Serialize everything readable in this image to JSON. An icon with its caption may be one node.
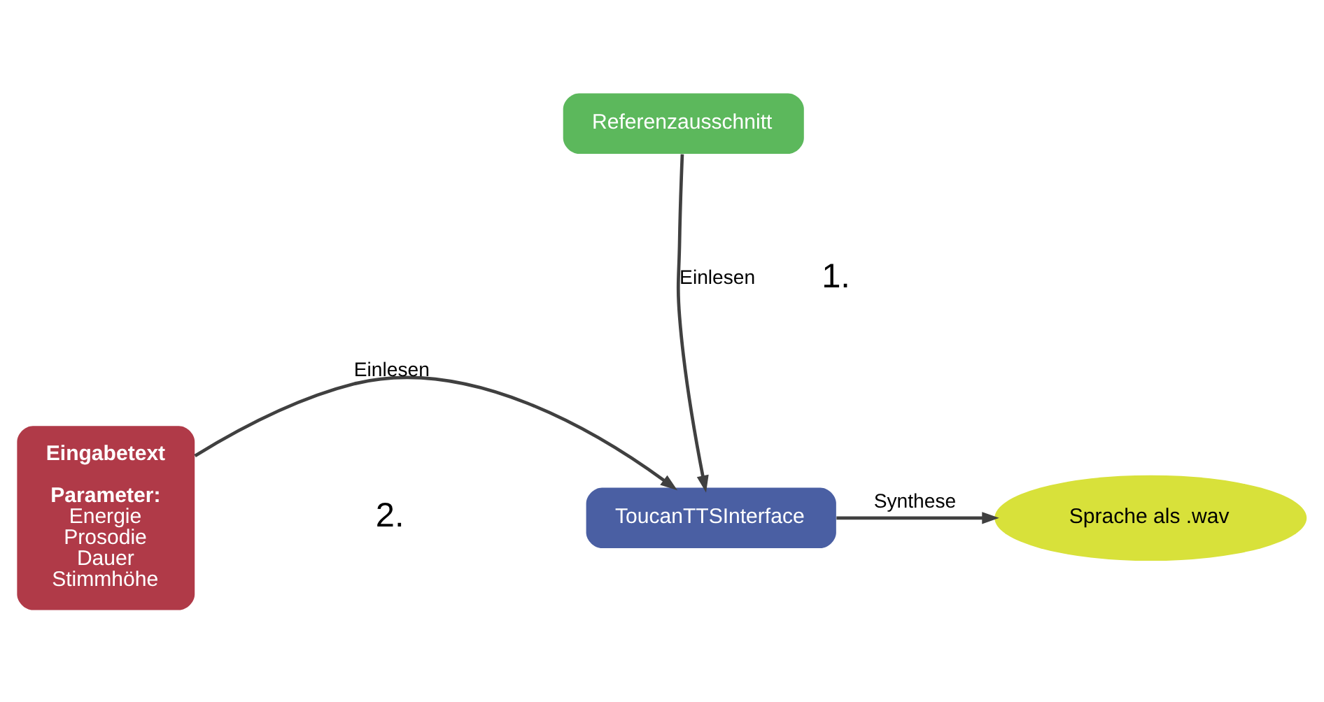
{
  "diagram": {
    "nodes": [
      {
        "text": [
          "Referenzausschnitt"
        ]
      },
      {
        "text": [
          "Eingabetext",
          "Parameter:",
          "Energie Prosodie Dauer Stimmhöhe"
        ]
      },
      {
        "text": [
          "ToucanTTSInterface"
        ]
      },
      {
        "text": [
          "Sprache als .wav"
        ]
      }
    ],
    "edges": [
      {
        "from": 0,
        "to": 2,
        "arrow": "to",
        "label": "Einlesen"
      },
      {
        "from": 1,
        "to": 2,
        "arrow": "to",
        "label": "Einlesen"
      },
      {
        "from": 2,
        "to": 3,
        "arrow": "to",
        "label": "Synthese"
      }
    ],
    "labels": [
      "1.",
      "2."
    ]
  }
}
